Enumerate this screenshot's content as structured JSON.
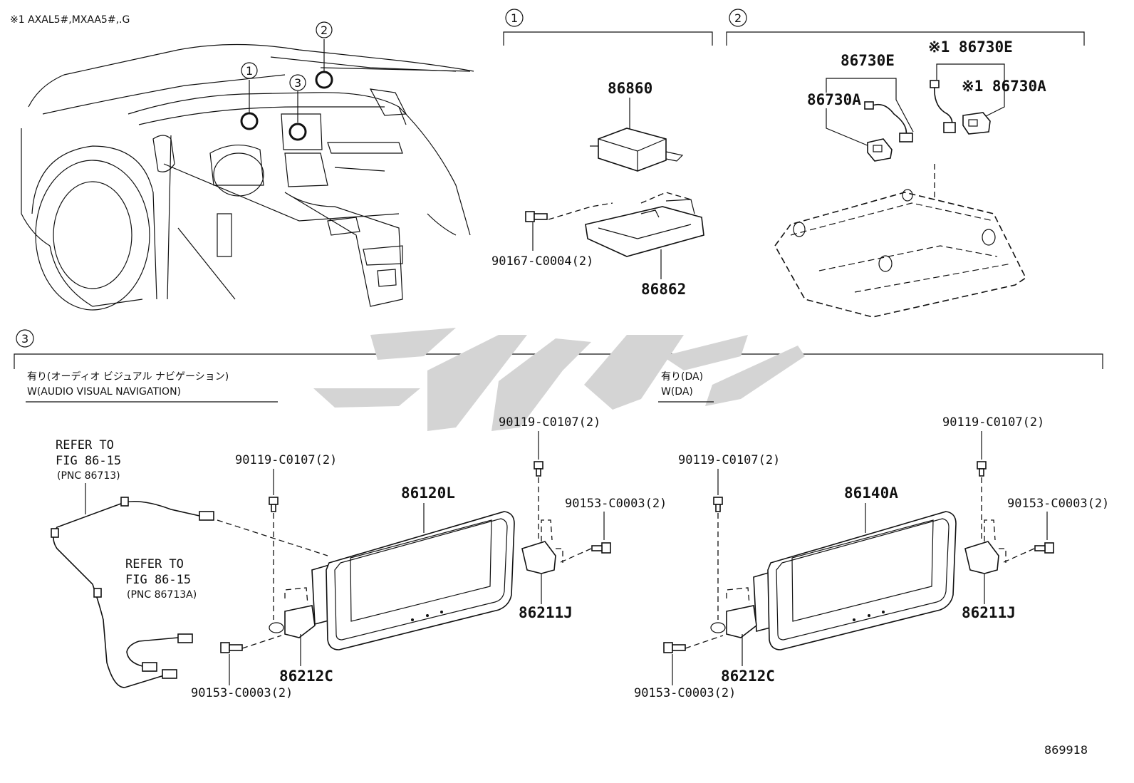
{
  "header_note": "※1 AXAL5#,MXAA5#,.G",
  "callouts": [
    "1",
    "2",
    "3"
  ],
  "section1": {
    "parts": {
      "ecu": "86860",
      "bracket": "86862",
      "bolt": "90167-C0004(2)"
    }
  },
  "section2": {
    "parts": {
      "wire_a": "86730E",
      "wire_b": "86730A",
      "wire_c": "※1 86730E",
      "wire_d": "※1 86730A"
    }
  },
  "section3": {
    "left": {
      "condition_jp": "有り(オーディオ ビジュアル ナビゲーション)",
      "condition_en": "W(AUDIO VISUAL NAVIGATION)",
      "refer1": [
        "REFER TO",
        "FIG 86-15",
        "(PNC 86713)"
      ],
      "refer2": [
        "REFER TO",
        "FIG 86-15",
        "(PNC 86713A)"
      ],
      "display": "86120L",
      "bracket_l": "86212C",
      "bracket_r": "86211J",
      "bolt_top_l": "90119-C0107(2)",
      "bolt_top_r": "90119-C0107(2)",
      "bolt_side_r": "90153-C0003(2)",
      "bolt_side_l": "90153-C0003(2)"
    },
    "right": {
      "condition_jp": "有り(DA)",
      "condition_en": "W(DA)",
      "display": "86140A",
      "bracket_l": "86212C",
      "bracket_r": "86211J",
      "bolt_top_l": "90119-C0107(2)",
      "bolt_top_r": "90119-C0107(2)",
      "bolt_side_r": "90153-C0003(2)",
      "bolt_side_l": "90153-C0003(2)"
    }
  },
  "figure_number": "869918"
}
